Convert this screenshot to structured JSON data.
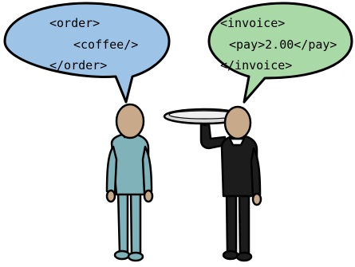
{
  "left_bubble": {
    "lines": [
      "<order>",
      "<coffee/>",
      "</order>"
    ],
    "fill": "#9dc3e6"
  },
  "right_bubble": {
    "lines": [
      "<invoice>",
      "<pay>2.00</pay>",
      "</invoice>"
    ],
    "fill": "#a9d9a6"
  },
  "customer": {
    "skin": "#c8aa8b",
    "body_color": "#7fb3b9"
  },
  "waiter": {
    "skin": "#c8aa8b",
    "body_color": "#1c1c1c",
    "tray_color": "#d8d8d8"
  }
}
